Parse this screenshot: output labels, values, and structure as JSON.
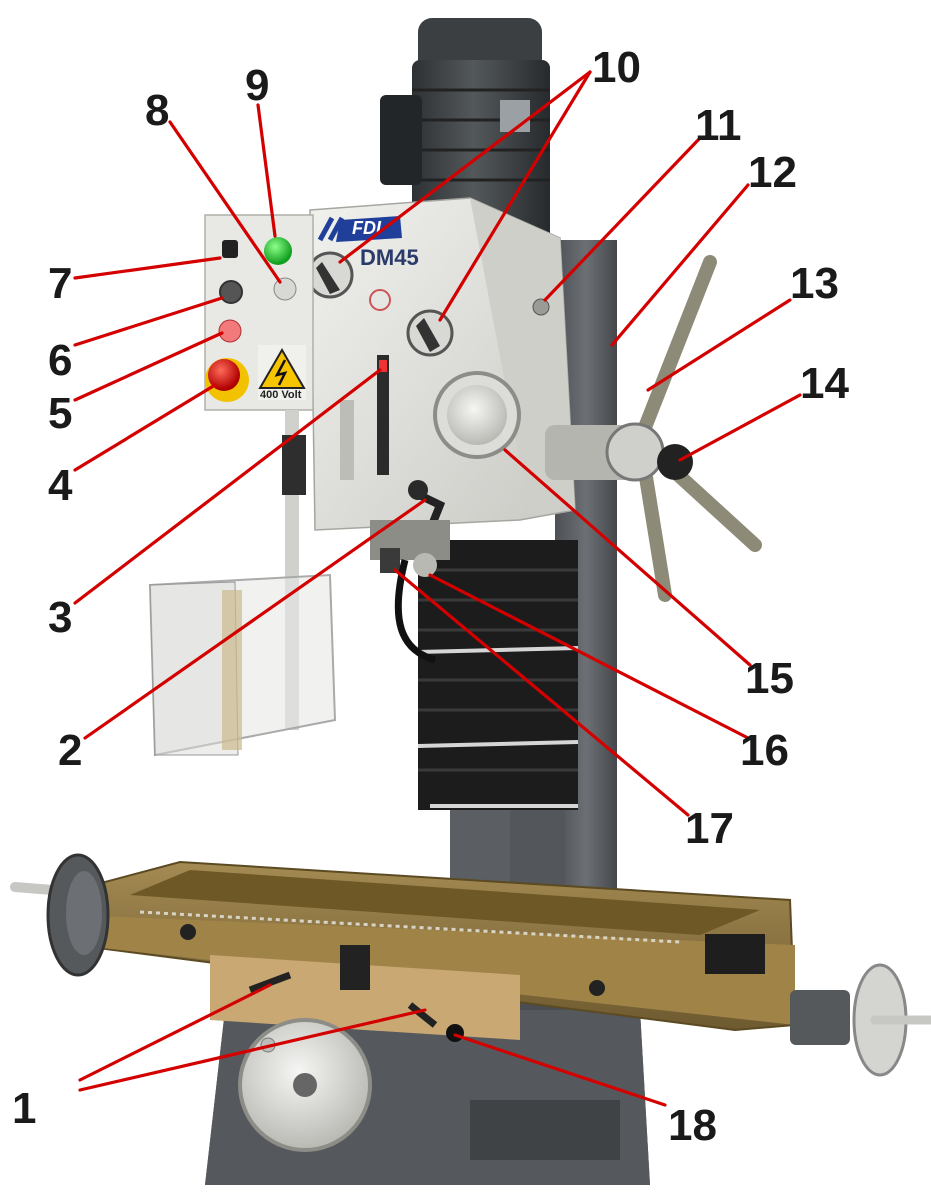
{
  "machine": {
    "model_label": "DM45",
    "brand_label": "FDI",
    "voltage_label": "400 Volt"
  },
  "callouts": [
    {
      "id": "1",
      "label": "1"
    },
    {
      "id": "2",
      "label": "2"
    },
    {
      "id": "3",
      "label": "3"
    },
    {
      "id": "4",
      "label": "4"
    },
    {
      "id": "5",
      "label": "5"
    },
    {
      "id": "6",
      "label": "6"
    },
    {
      "id": "7",
      "label": "7"
    },
    {
      "id": "8",
      "label": "8"
    },
    {
      "id": "9",
      "label": "9"
    },
    {
      "id": "10",
      "label": "10"
    },
    {
      "id": "11",
      "label": "11"
    },
    {
      "id": "12",
      "label": "12"
    },
    {
      "id": "13",
      "label": "13"
    },
    {
      "id": "14",
      "label": "14"
    },
    {
      "id": "15",
      "label": "15"
    },
    {
      "id": "16",
      "label": "16"
    },
    {
      "id": "17",
      "label": "17"
    },
    {
      "id": "18",
      "label": "18"
    }
  ],
  "colors": {
    "leader": "#d40000",
    "column": "#5f6367",
    "head": "#e4e4df",
    "table": "#8a7040",
    "bellows": "#1b1b1b",
    "start_button": "#22c23a",
    "emergency_stop": "#e01010"
  }
}
